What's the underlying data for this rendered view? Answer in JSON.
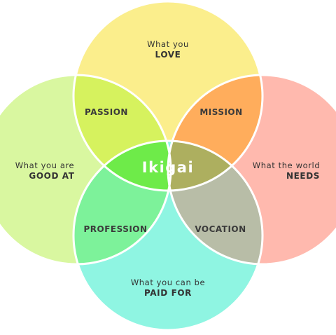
{
  "circles": {
    "top": {
      "line1": "What you",
      "line2": "LOVE",
      "color": "#FBEE8C"
    },
    "left": {
      "line1": "What you are",
      "line2": "GOOD AT",
      "color": "#D9F7A0"
    },
    "right": {
      "line1": "What the world",
      "line2": "NEEDS",
      "color": "#FFB9AE"
    },
    "bottom": {
      "line1": "What you can be",
      "line2": "PAID FOR",
      "color": "#8FF5E2"
    }
  },
  "overlaps": {
    "passion": {
      "label": "PASSION",
      "color": "#D6F25E"
    },
    "mission": {
      "label": "MISSION",
      "color": "#FFAD5C"
    },
    "profession": {
      "label": "PROFESSION",
      "color": "#7DF29A"
    },
    "vocation": {
      "label": "VOCATION",
      "color": "#B8BDA7"
    }
  },
  "center": {
    "label": "Ikigai",
    "color": "#97AE43"
  },
  "triple_colors": {
    "top": "#E2B63F",
    "left": "#6EEB49",
    "right": "#ADAF5F",
    "bottom": "#8FC075"
  },
  "stroke_color": "#ffffff"
}
